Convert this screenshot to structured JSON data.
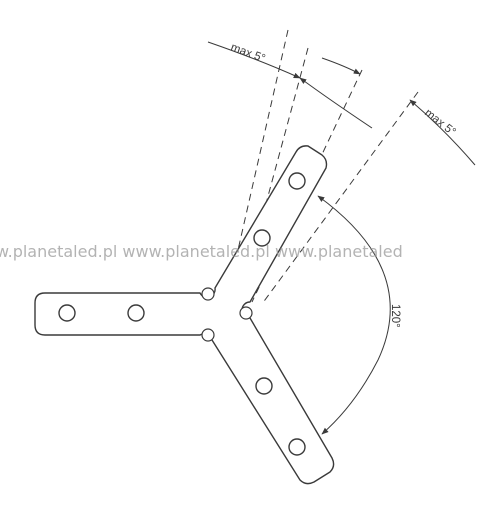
{
  "watermark": {
    "text": "w.planetaled.pl www.planetaled.pl www.planetaled"
  },
  "annotations": {
    "tolerance_left": "max 5°",
    "tolerance_right": "max 5°",
    "angle": "120°"
  },
  "colors": {
    "line": "#3a3a3a",
    "background": "#ffffff",
    "watermark": "#9a9a9a"
  }
}
